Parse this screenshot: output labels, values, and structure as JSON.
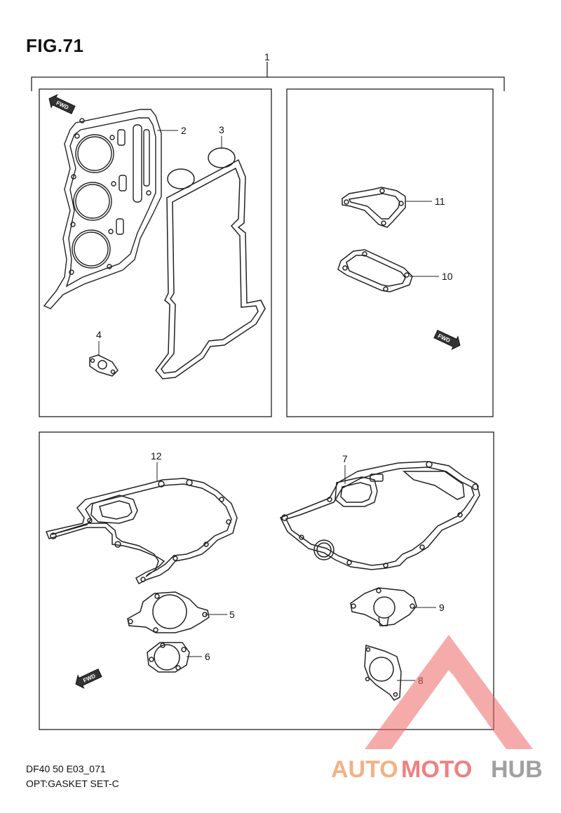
{
  "figure": {
    "title": "FIG.71"
  },
  "footer": {
    "model_code": "DF40 50 E03_071",
    "description": "OPT:GASKET SET-C"
  },
  "callouts": [
    "1",
    "2",
    "3",
    "4",
    "5",
    "6",
    "7",
    "8",
    "9",
    "10",
    "11",
    "12"
  ],
  "fwd_label": "FWD",
  "watermark": {
    "part1": "AUTO",
    "part2": "MOTO",
    "part3": "HUB",
    "colors": {
      "auto": "#f4b183",
      "moto": "#f08080",
      "hub": "#a0a0a0",
      "triangle": "#ee6666"
    }
  },
  "parts": [
    {
      "ref": "1",
      "icon": "gasket-set-bracket"
    },
    {
      "ref": "2",
      "icon": "cylinder-head-gasket-icon"
    },
    {
      "ref": "3",
      "icon": "cylinder-head-cover-gasket-icon"
    },
    {
      "ref": "4",
      "icon": "small-flange-gasket-icon"
    },
    {
      "ref": "5",
      "icon": "round-flange-gasket-icon"
    },
    {
      "ref": "6",
      "icon": "round-gasket-icon"
    },
    {
      "ref": "7",
      "icon": "cylinder-block-gasket-icon"
    },
    {
      "ref": "8",
      "icon": "pump-gasket-icon"
    },
    {
      "ref": "9",
      "icon": "thermostat-gasket-icon"
    },
    {
      "ref": "10",
      "icon": "cover-gasket-icon"
    },
    {
      "ref": "11",
      "icon": "triangular-gasket-icon"
    },
    {
      "ref": "12",
      "icon": "housing-gasket-icon"
    }
  ]
}
